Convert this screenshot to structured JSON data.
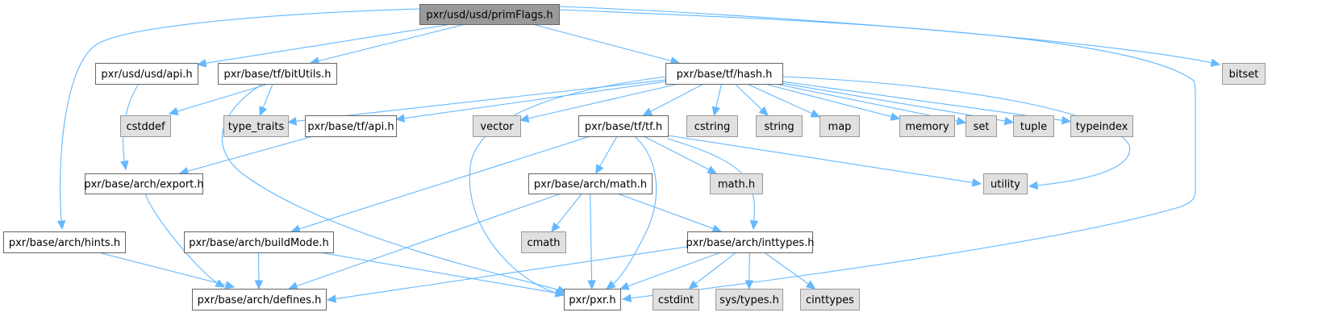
{
  "diagram": {
    "type": "include-dependency-graph",
    "colors": {
      "root_fill": "#999999",
      "root_stroke": "#666666",
      "internal_fill": "#ffffff",
      "internal_stroke": "#666666",
      "external_fill": "#e0e0e0",
      "external_stroke": "#999999",
      "edge": "#63b8ff"
    },
    "nodes": [
      {
        "id": "primFlags",
        "label": "pxr/usd/usd/primFlags.h",
        "kind": "root"
      },
      {
        "id": "usdApi",
        "label": "pxr/usd/usd/api.h",
        "kind": "internal"
      },
      {
        "id": "bitUtils",
        "label": "pxr/base/tf/bitUtils.h",
        "kind": "internal"
      },
      {
        "id": "hash",
        "label": "pxr/base/tf/hash.h",
        "kind": "internal"
      },
      {
        "id": "bitset",
        "label": "bitset",
        "kind": "external"
      },
      {
        "id": "cstddef",
        "label": "cstddef",
        "kind": "external"
      },
      {
        "id": "type_traits",
        "label": "type_traits",
        "kind": "external"
      },
      {
        "id": "tfApi",
        "label": "pxr/base/tf/api.h",
        "kind": "internal"
      },
      {
        "id": "vector",
        "label": "vector",
        "kind": "external"
      },
      {
        "id": "tf",
        "label": "pxr/base/tf/tf.h",
        "kind": "internal"
      },
      {
        "id": "cstring",
        "label": "cstring",
        "kind": "external"
      },
      {
        "id": "string",
        "label": "string",
        "kind": "external"
      },
      {
        "id": "map",
        "label": "map",
        "kind": "external"
      },
      {
        "id": "memory",
        "label": "memory",
        "kind": "external"
      },
      {
        "id": "set",
        "label": "set",
        "kind": "external"
      },
      {
        "id": "tuple",
        "label": "tuple",
        "kind": "external"
      },
      {
        "id": "typeindex",
        "label": "typeindex",
        "kind": "external"
      },
      {
        "id": "export",
        "label": "pxr/base/arch/export.h",
        "kind": "internal"
      },
      {
        "id": "archMath",
        "label": "pxr/base/arch/math.h",
        "kind": "internal"
      },
      {
        "id": "mathh",
        "label": "math.h",
        "kind": "external"
      },
      {
        "id": "utility",
        "label": "utility",
        "kind": "external"
      },
      {
        "id": "hints",
        "label": "pxr/base/arch/hints.h",
        "kind": "internal"
      },
      {
        "id": "buildMode",
        "label": "pxr/base/arch/buildMode.h",
        "kind": "internal"
      },
      {
        "id": "cmath",
        "label": "cmath",
        "kind": "external"
      },
      {
        "id": "inttypes",
        "label": "pxr/base/arch/inttypes.h",
        "kind": "internal"
      },
      {
        "id": "defines",
        "label": "pxr/base/arch/defines.h",
        "kind": "internal"
      },
      {
        "id": "pxr",
        "label": "pxr/pxr.h",
        "kind": "internal"
      },
      {
        "id": "cstdint",
        "label": "cstdint",
        "kind": "external"
      },
      {
        "id": "systypes",
        "label": "sys/types.h",
        "kind": "external"
      },
      {
        "id": "cinttypes",
        "label": "cinttypes",
        "kind": "external"
      }
    ],
    "edges": [
      {
        "from": "primFlags",
        "to": "hints"
      },
      {
        "from": "primFlags",
        "to": "usdApi"
      },
      {
        "from": "primFlags",
        "to": "bitUtils"
      },
      {
        "from": "primFlags",
        "to": "hash"
      },
      {
        "from": "primFlags",
        "to": "pxr"
      },
      {
        "from": "primFlags",
        "to": "bitset"
      },
      {
        "from": "usdApi",
        "to": "export"
      },
      {
        "from": "bitUtils",
        "to": "cstddef"
      },
      {
        "from": "bitUtils",
        "to": "type_traits"
      },
      {
        "from": "bitUtils",
        "to": "pxr"
      },
      {
        "from": "hash",
        "to": "type_traits"
      },
      {
        "from": "hash",
        "to": "tfApi"
      },
      {
        "from": "hash",
        "to": "vector"
      },
      {
        "from": "hash",
        "to": "tf"
      },
      {
        "from": "hash",
        "to": "pxr"
      },
      {
        "from": "hash",
        "to": "cstring"
      },
      {
        "from": "hash",
        "to": "string"
      },
      {
        "from": "hash",
        "to": "map"
      },
      {
        "from": "hash",
        "to": "memory"
      },
      {
        "from": "hash",
        "to": "set"
      },
      {
        "from": "hash",
        "to": "tuple"
      },
      {
        "from": "hash",
        "to": "typeindex"
      },
      {
        "from": "hash",
        "to": "utility"
      },
      {
        "from": "tfApi",
        "to": "export"
      },
      {
        "from": "tf",
        "to": "archMath"
      },
      {
        "from": "tf",
        "to": "mathh"
      },
      {
        "from": "tf",
        "to": "utility"
      },
      {
        "from": "tf",
        "to": "buildMode"
      },
      {
        "from": "tf",
        "to": "inttypes"
      },
      {
        "from": "tf",
        "to": "pxr"
      },
      {
        "from": "export",
        "to": "defines"
      },
      {
        "from": "archMath",
        "to": "cmath"
      },
      {
        "from": "archMath",
        "to": "defines"
      },
      {
        "from": "archMath",
        "to": "pxr"
      },
      {
        "from": "archMath",
        "to": "inttypes"
      },
      {
        "from": "hints",
        "to": "defines"
      },
      {
        "from": "buildMode",
        "to": "defines"
      },
      {
        "from": "buildMode",
        "to": "pxr"
      },
      {
        "from": "inttypes",
        "to": "defines"
      },
      {
        "from": "inttypes",
        "to": "pxr"
      },
      {
        "from": "inttypes",
        "to": "cstdint"
      },
      {
        "from": "inttypes",
        "to": "systypes"
      },
      {
        "from": "inttypes",
        "to": "cinttypes"
      }
    ]
  }
}
